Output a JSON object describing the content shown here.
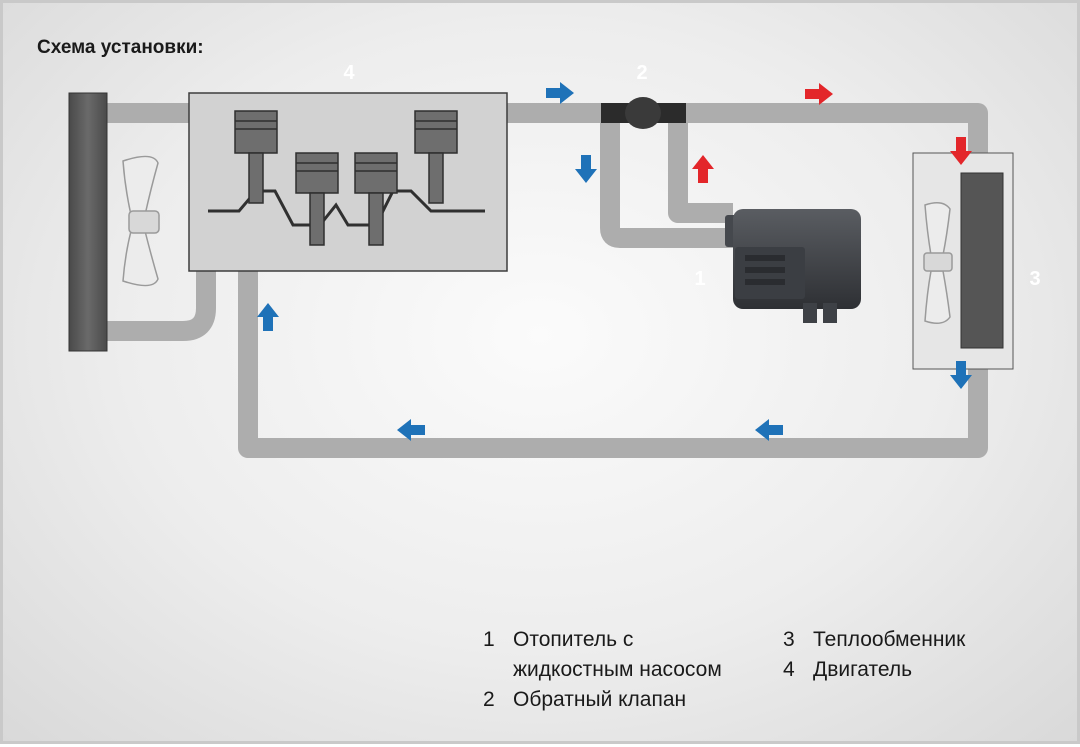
{
  "title": "Схема установки:",
  "labels": {
    "n1": "1",
    "n2": "2",
    "n3": "3",
    "n4": "4"
  },
  "legend": [
    {
      "num": "1",
      "lines": [
        "Отопитель с",
        "жидкостным насосом"
      ]
    },
    {
      "num": "2",
      "lines": [
        "Обратный клапан"
      ]
    },
    {
      "num": "3",
      "lines": [
        "Теплообменник"
      ]
    },
    {
      "num": "4",
      "lines": [
        "Двигатель"
      ]
    }
  ],
  "colors": {
    "hot": "#e3262a",
    "cold": "#1f72b8",
    "pipe": "#adadad",
    "block": "#d2d2d2"
  }
}
